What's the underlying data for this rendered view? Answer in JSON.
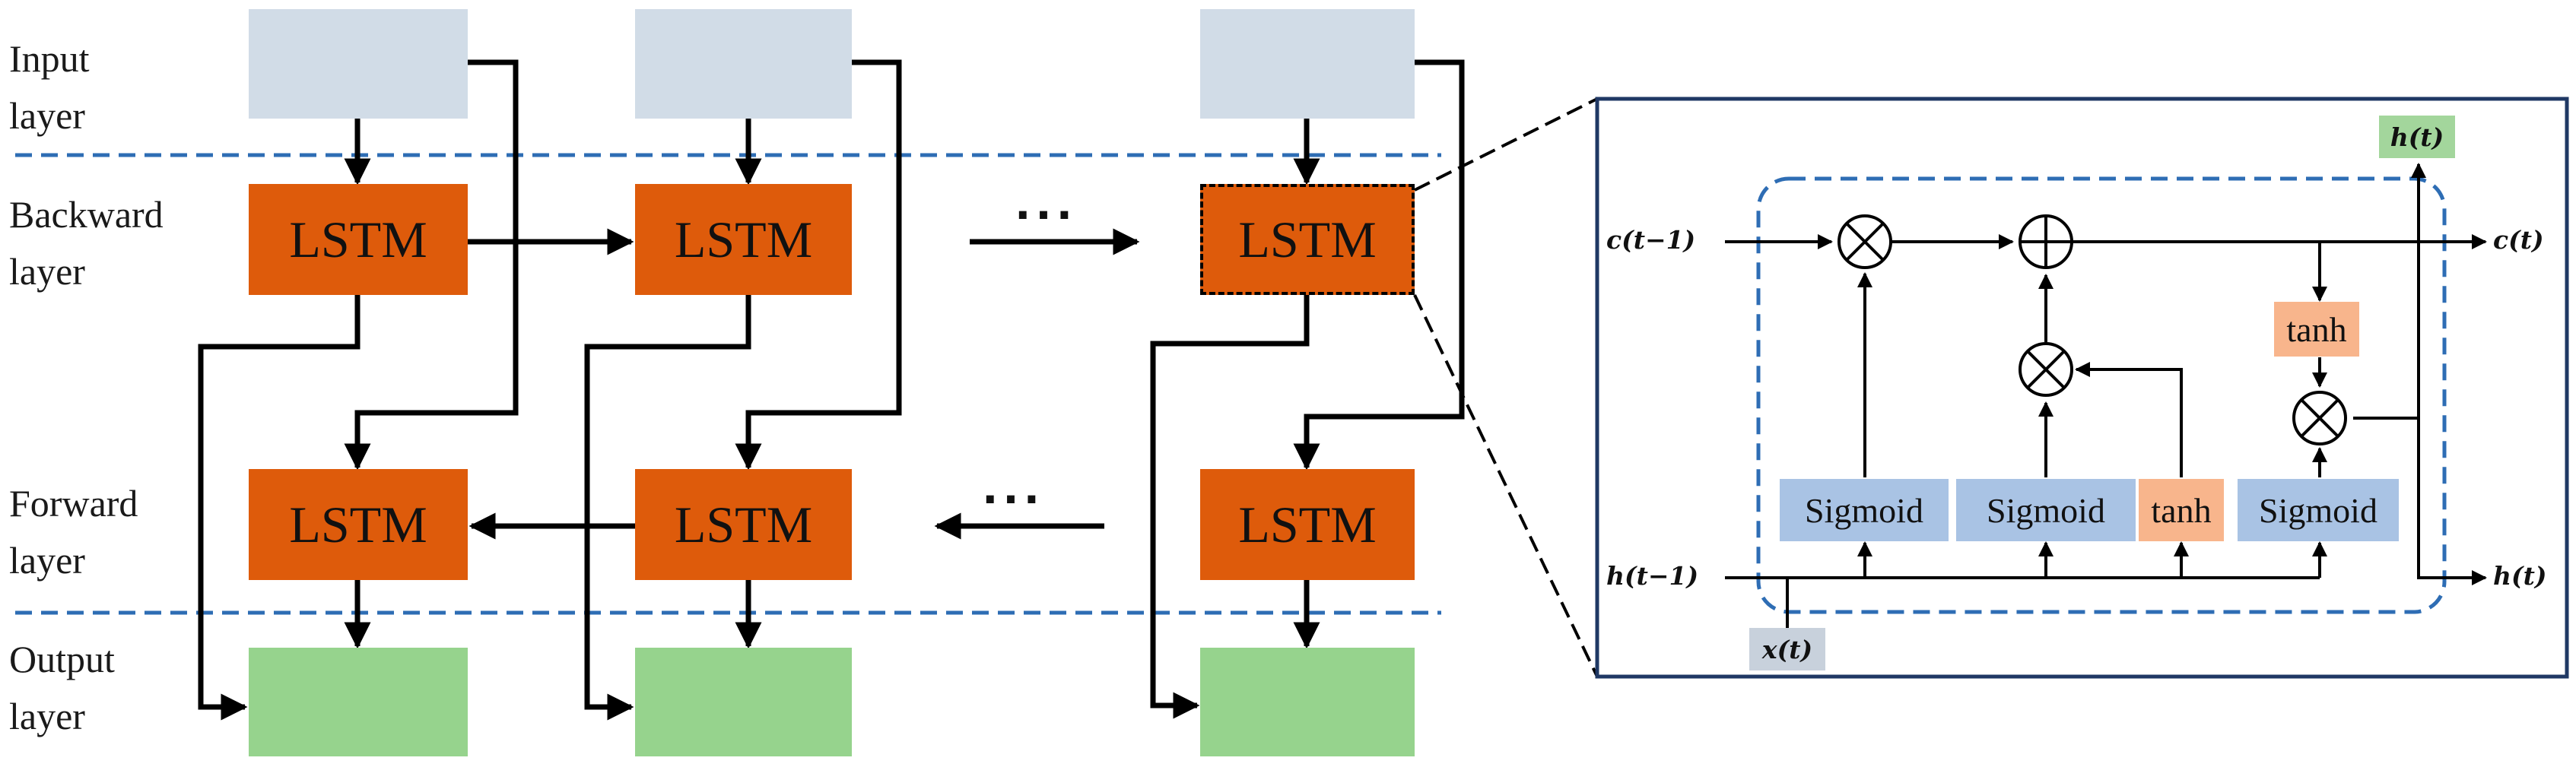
{
  "layers": {
    "input": "Input\nlayer",
    "backward": "Backward\nlayer",
    "forward": "Forward\nlayer",
    "output": "Output\nlayer"
  },
  "cell_label": "LSTM",
  "ellipsis": "···",
  "detail": {
    "c_prev": "c(t−1)",
    "c_next": "c(t)",
    "h_prev": "h(t−1)",
    "h_out": "h(t)",
    "h_top": "h(t)",
    "x_in": "x(t)",
    "gates": {
      "sigmoid_1": "Sigmoid",
      "sigmoid_2": "Sigmoid",
      "tanh_gate": "tanh",
      "sigmoid_3": "Sigmoid",
      "tanh_cell": "tanh"
    }
  },
  "colors": {
    "lstm": "#de5b0b",
    "input": "#d1dce7",
    "output": "#96d38d",
    "sigmoid": "#a9c3e4",
    "tanh": "#f8b58c",
    "dashed": "#2e6db4",
    "frame": "#1f3864"
  }
}
